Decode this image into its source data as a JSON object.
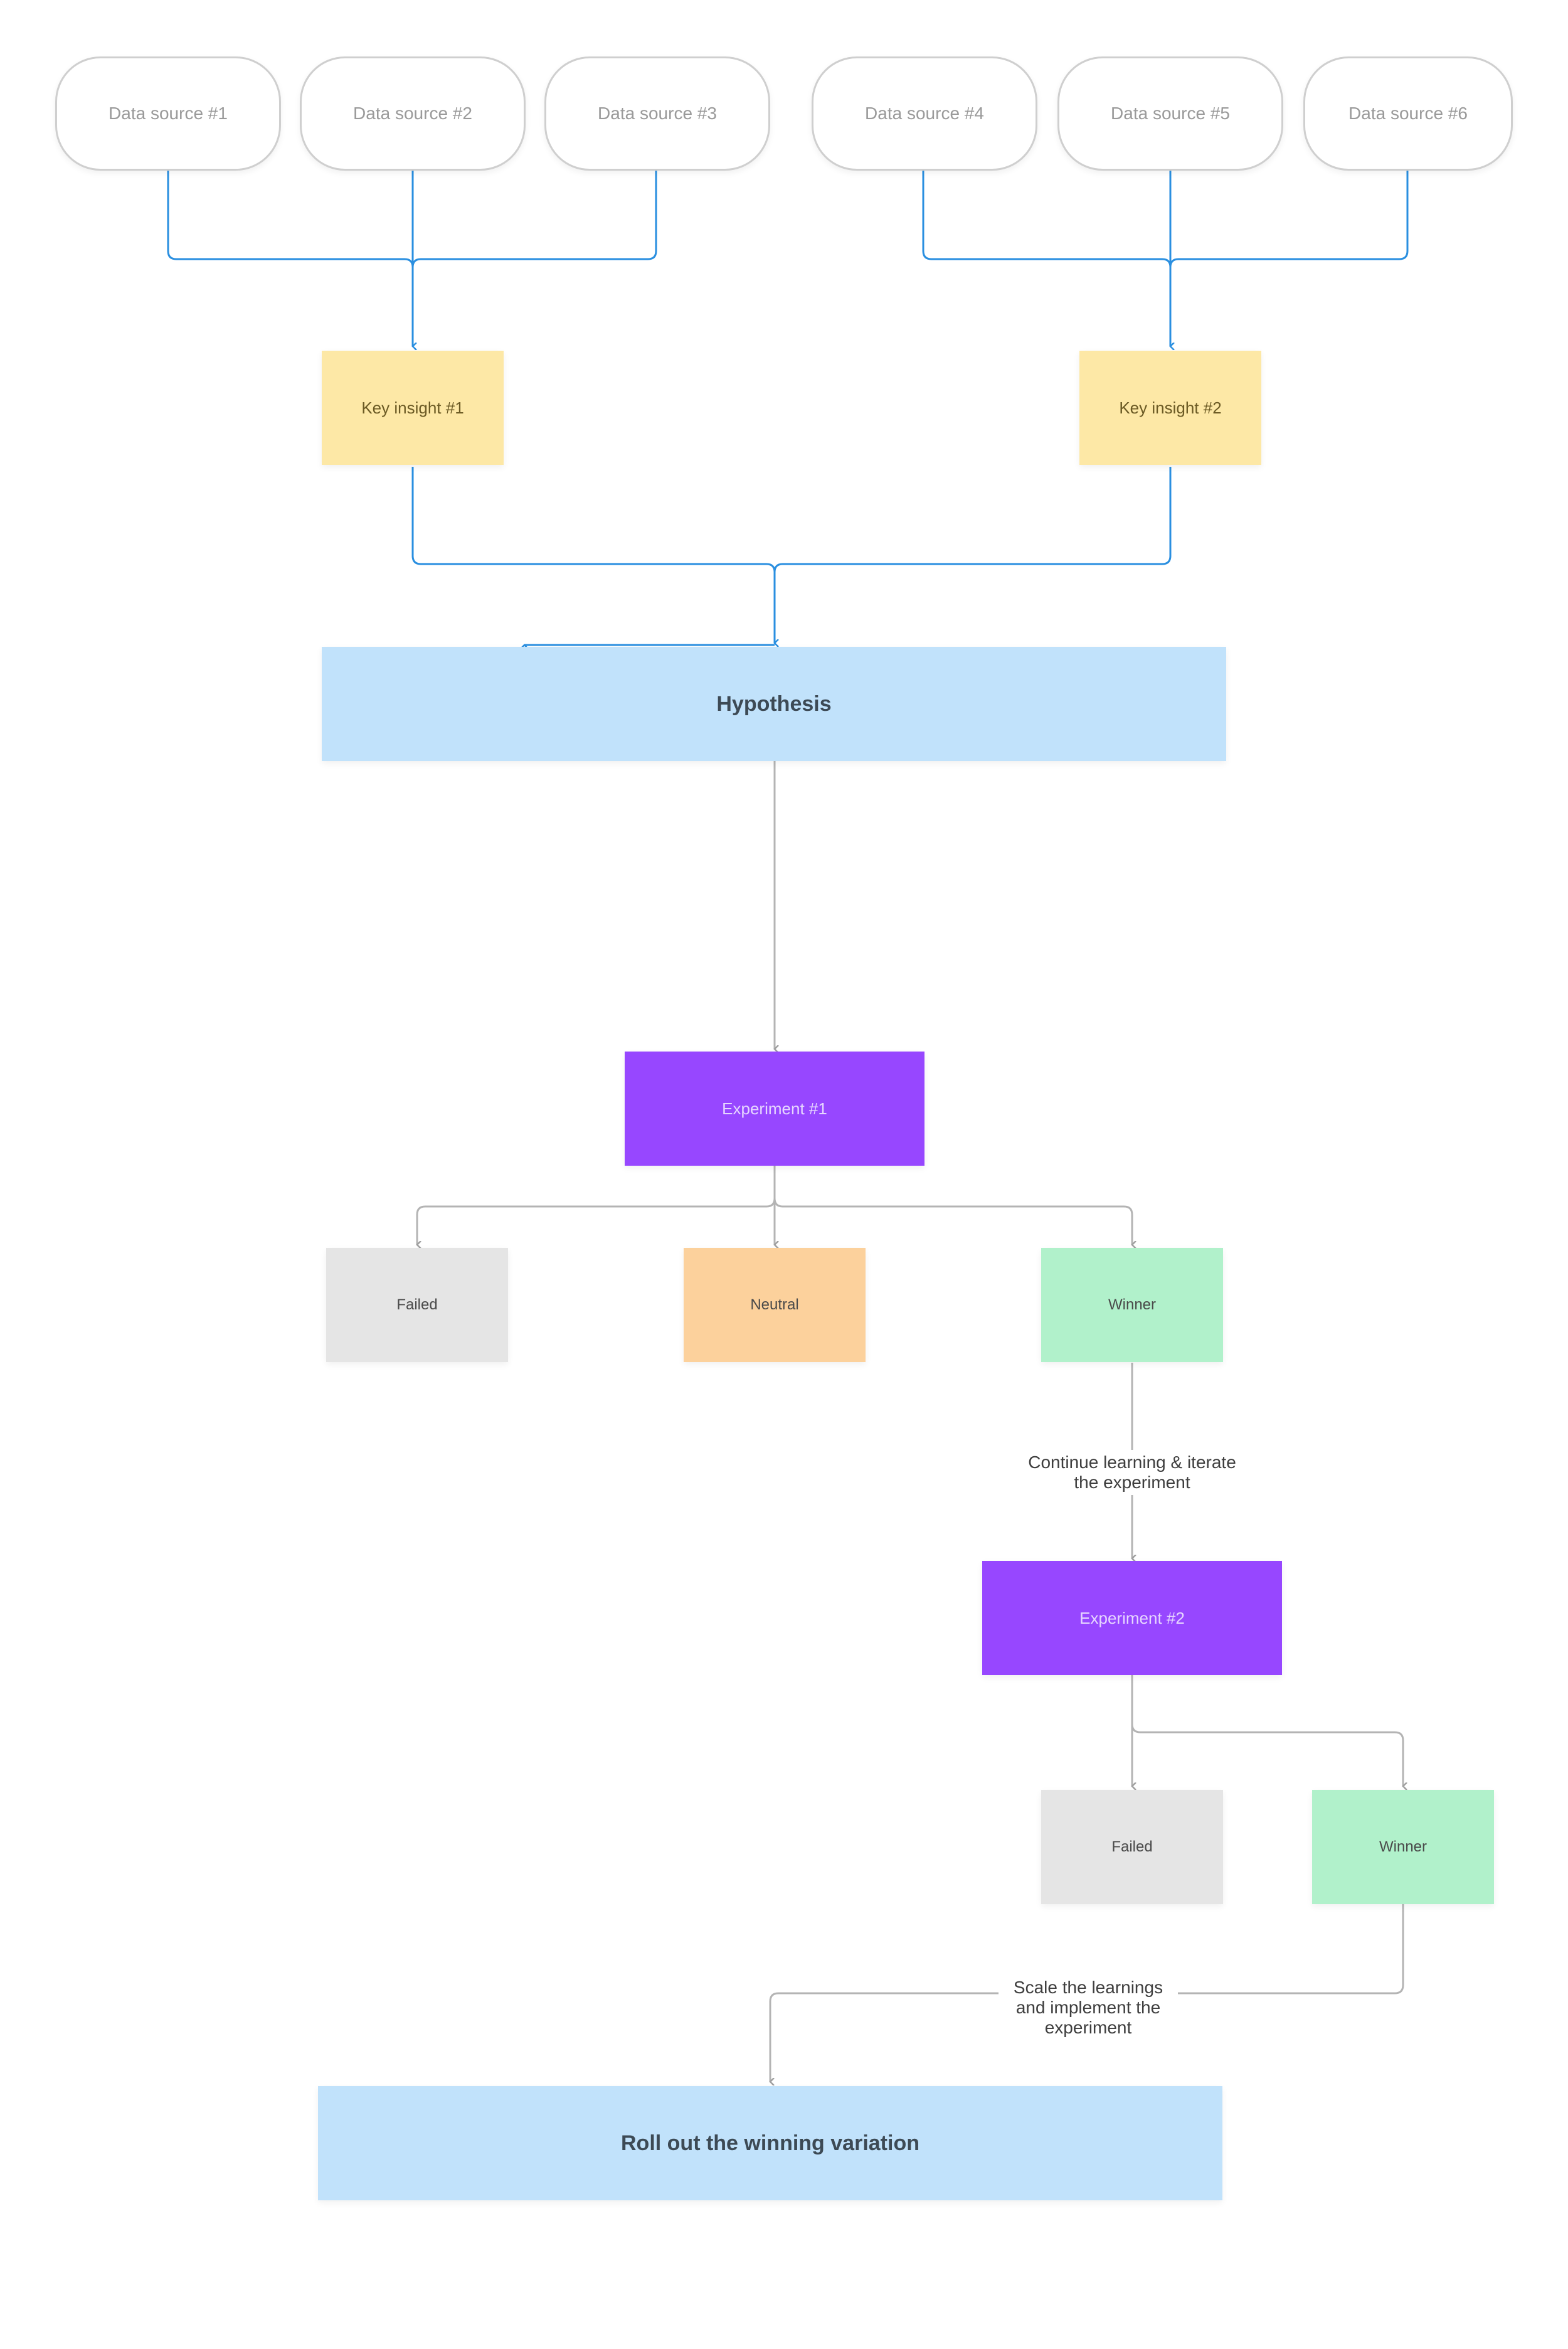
{
  "sources": [
    "Data source #1",
    "Data source #2",
    "Data source #3",
    "Data source #4",
    "Data source #5",
    "Data source #6"
  ],
  "insights": [
    "Key insight #1",
    "Key insight #2"
  ],
  "hypothesis": "Hypothesis",
  "experiments": [
    "Experiment #1",
    "Experiment #2"
  ],
  "results": {
    "r1_fail": "Failed",
    "r1_neutral": "Neutral",
    "r1_win": "Winner",
    "r2_fail": "Failed",
    "r2_win": "Winner"
  },
  "edge_labels": {
    "iterate": "Continue learning & iterate the experiment",
    "scale": "Scale the learnings and implement the experiment"
  },
  "final": "Roll out the winning variation",
  "colors": {
    "source_border": "#cfcfcf",
    "insight": "#fde8a6",
    "hypothesis": "#c1e2fb",
    "experiment": "#9747ff",
    "result_grey": "#e5e5e5",
    "result_orange": "#fcd19c",
    "result_green": "#b1f1cb",
    "connector_blue": "#2a8fe0",
    "connector_grey": "#b4b4b4"
  }
}
